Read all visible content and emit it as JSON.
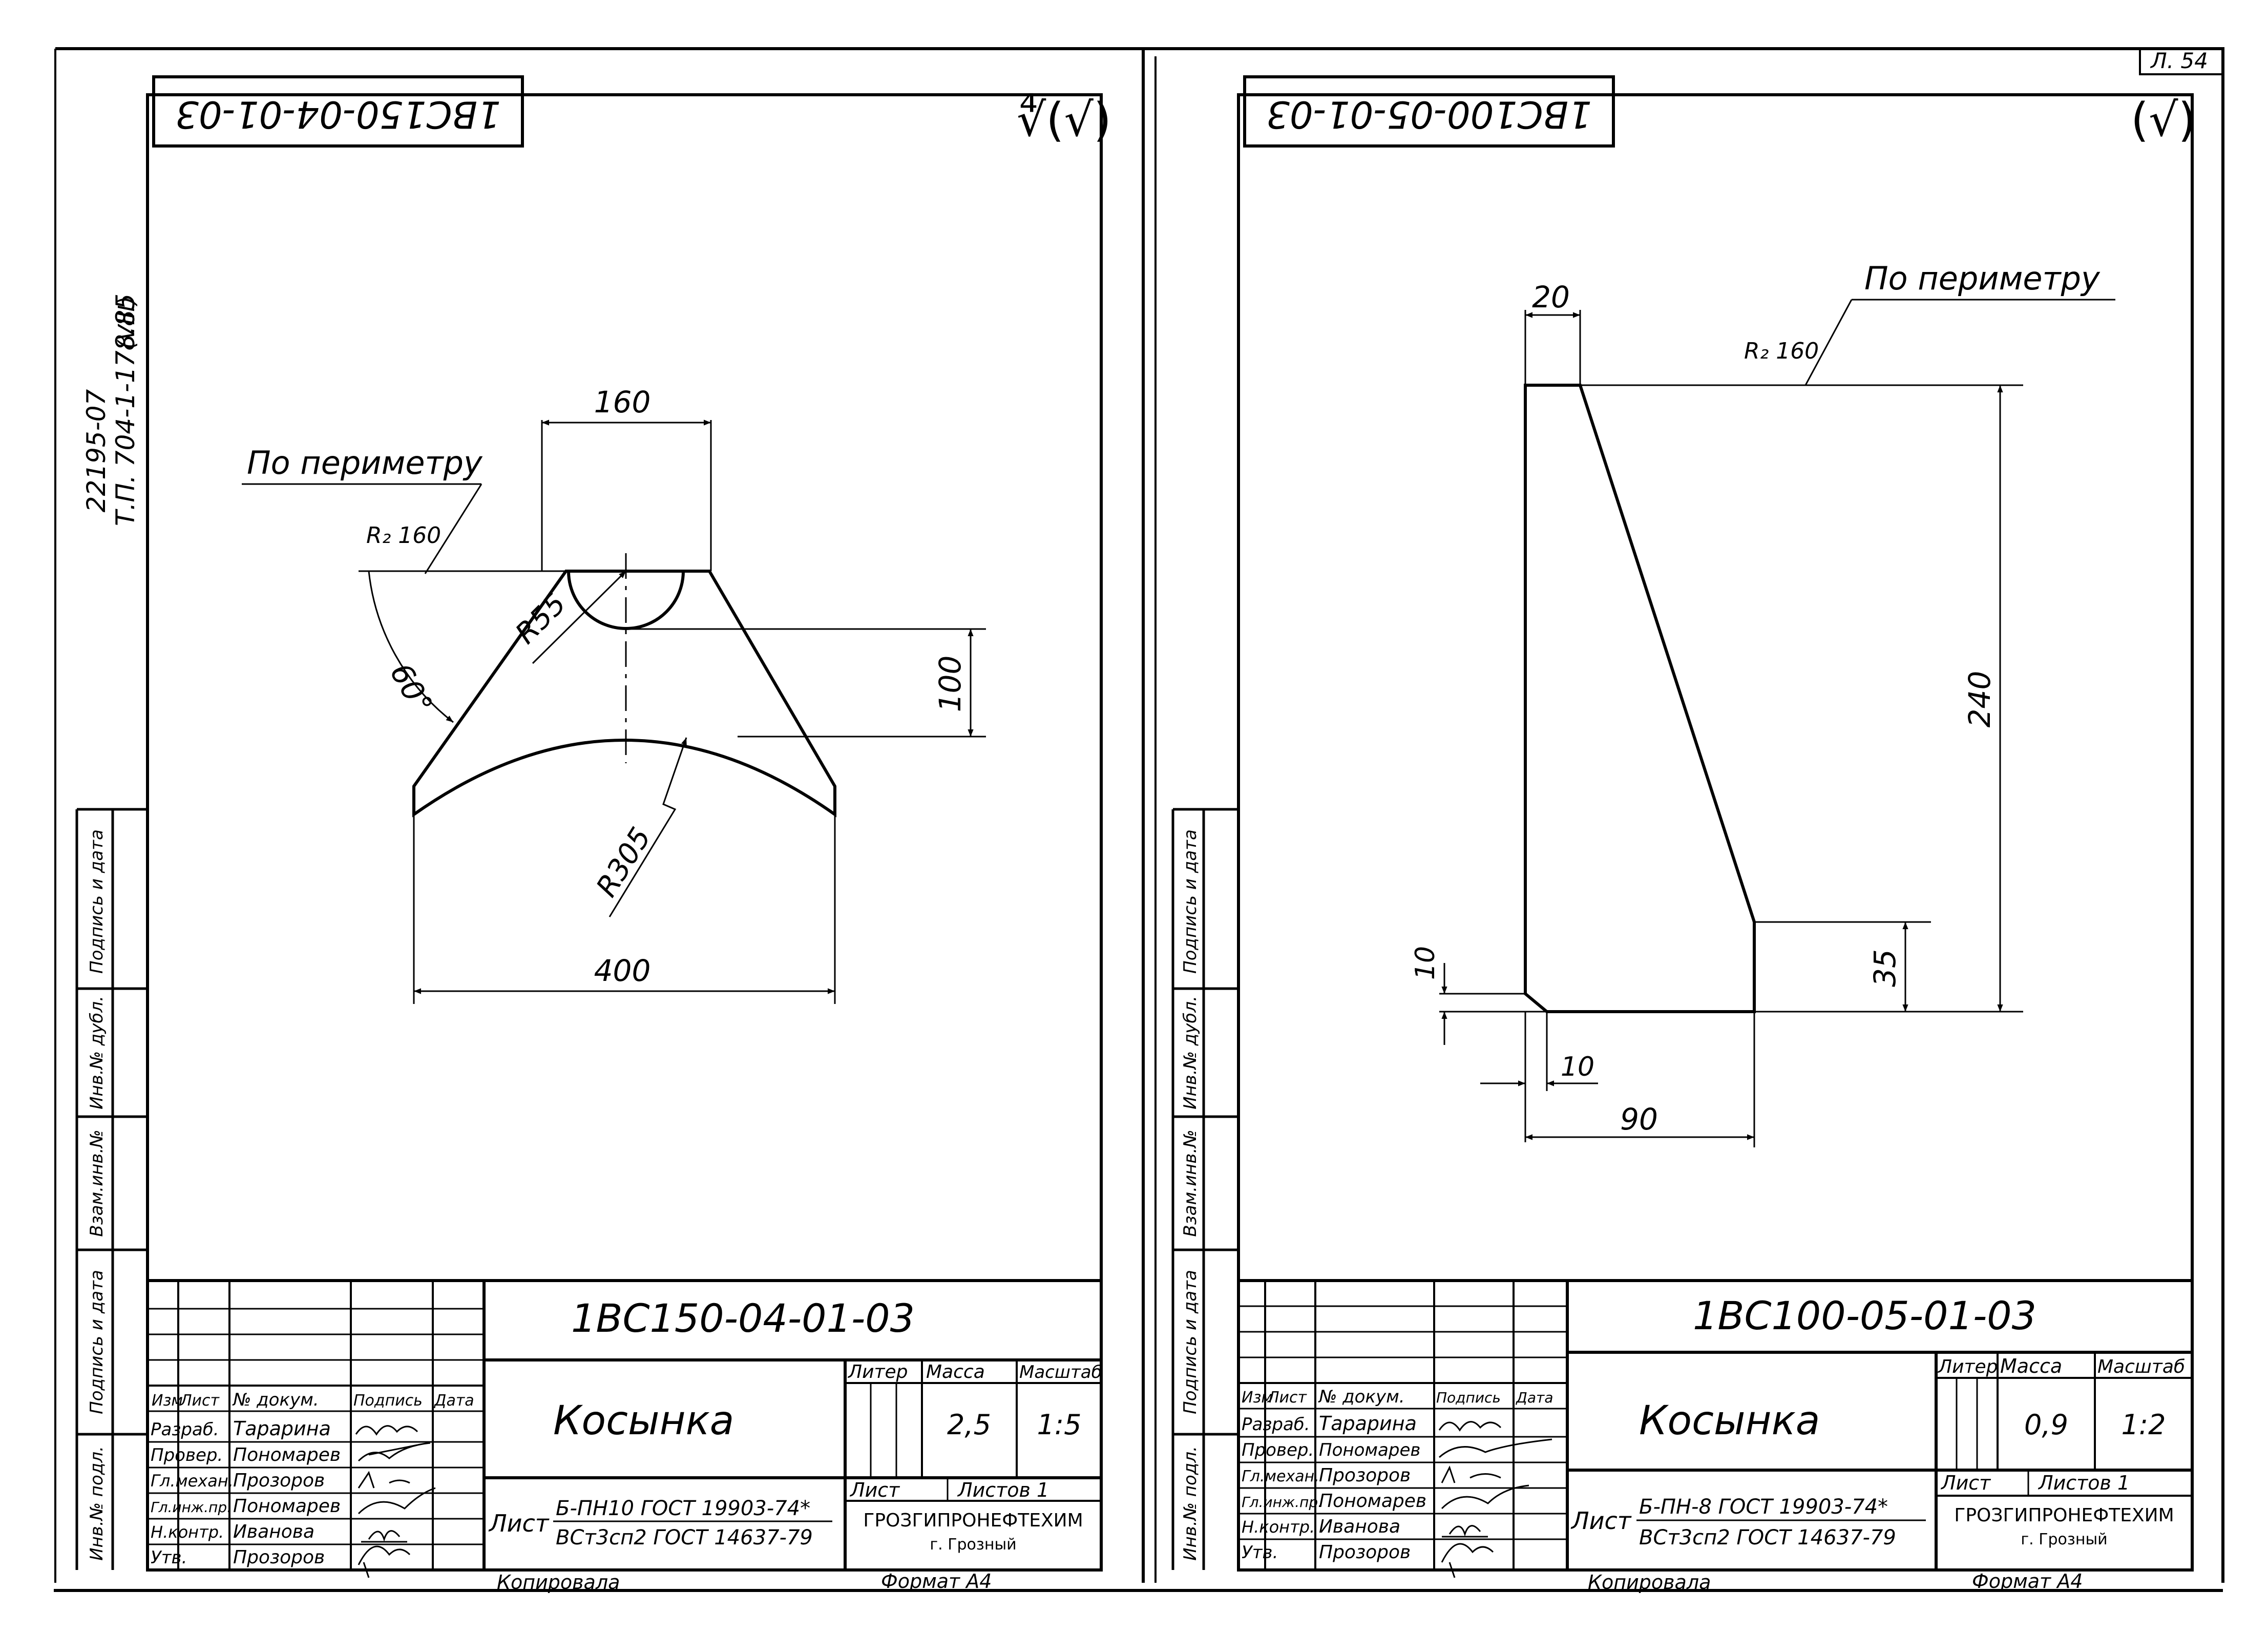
{
  "sheet_number": "Л. 54",
  "side_stamp": {
    "line1": "22195-07",
    "line2": "Т.П. 704-1-178.85",
    "line3": "(VIII)",
    "col_labels": [
      "Подпись и дата",
      "Инв.№ дубл.",
      "Взам.инв.№",
      "Подпись и дата",
      "Инв.№ подл."
    ]
  },
  "left": {
    "code_rotated": "1ВС150-04-01-03",
    "roughness_symbol": "∜(√)",
    "perimeter_note": "По периметру",
    "roughness_note": "R₂ 160",
    "dims": {
      "top": "160",
      "height": "100",
      "bottom": "400",
      "angle": "60°",
      "hole_radius": "R55",
      "arc_radius": "R305"
    },
    "title": {
      "designation": "1ВС150-04-01-03",
      "name": "Косынка",
      "header_cols": [
        "Изм",
        "Лист",
        "№ докум.",
        "Подпись",
        "Дата"
      ],
      "roles": [
        "Разраб.",
        "Провер.",
        "Гл.механ.",
        "Гл.инж.пр.",
        "Н.контр.",
        "Утв."
      ],
      "names": [
        "Тарарина",
        "Пономарев",
        "Прозоров",
        "Пономарев",
        "Иванова",
        "Прозоров"
      ],
      "literal_label": "Литер",
      "mass_label": "Масса",
      "scale_label": "Масштаб",
      "mass": "2,5",
      "scale": "1:5",
      "list_label": "Лист",
      "lists_label": "Листов 1",
      "material_prefix": "Лист",
      "material_top": "Б-ПН10 ГОСТ 19903-74*",
      "material_bottom": "ВСт3сп2 ГОСТ 14637-79",
      "org": "ГРОЗГИПРОНЕФТЕХИМ",
      "city": "г. Грозный",
      "copied": "Копировала",
      "format": "Формат А4"
    }
  },
  "right": {
    "code_rotated": "1ВС100-05-01-03",
    "roughness_symbol": "(√)",
    "perimeter_note": "По периметру",
    "roughness_note": "R₂ 160",
    "dims": {
      "top": "20",
      "height": "240",
      "step": "35",
      "chamfer_v": "10",
      "chamfer_h": "10",
      "bottom": "90"
    },
    "title": {
      "designation": "1ВС100-05-01-03",
      "name": "Косынка",
      "header_cols": [
        "Изм",
        "Лист",
        "№ докум.",
        "Подпись",
        "Дата"
      ],
      "roles": [
        "Разраб.",
        "Провер.",
        "Гл.механ.",
        "Гл.инж.пр.",
        "Н.контр.",
        "Утв."
      ],
      "names": [
        "Тарарина",
        "Пономарев",
        "Прозоров",
        "Пономарев",
        "Иванова",
        "Прозоров"
      ],
      "literal_label": "Литер",
      "mass_label": "Масса",
      "scale_label": "Масштаб",
      "mass": "0,9",
      "scale": "1:2",
      "list_label": "Лист",
      "lists_label": "Листов 1",
      "material_prefix": "Лист",
      "material_top": "Б-ПН-8 ГОСТ 19903-74*",
      "material_bottom": "ВСт3сп2 ГОСТ 14637-79",
      "org": "ГРОЗГИПРОНЕФТЕХИМ",
      "city": "г. Грозный",
      "copied": "Копировала",
      "format": "Формат А4"
    }
  }
}
